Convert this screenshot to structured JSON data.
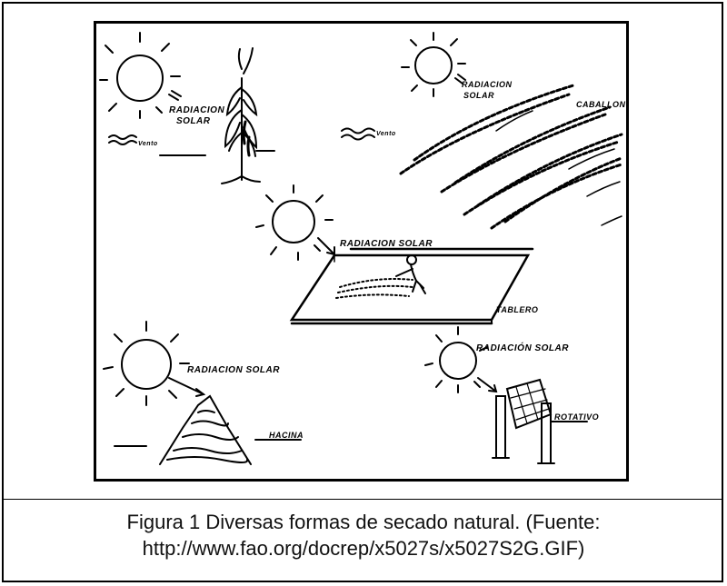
{
  "figure": {
    "labels": {
      "radiacion_solar_tl_1": "RADIACION",
      "radiacion_solar_tl_2": "SOLAR",
      "viento_tl": "Vento",
      "radiacion_solar_tr_1": "RADIACION",
      "radiacion_solar_tr_2": "SOLAR",
      "caballon": "CABALLON",
      "viento_tr": "Vento",
      "radiacion_solar_center": "RADIACION SOLAR",
      "tablero": "TABLERO",
      "radiacion_solar_bl": "RADIACION SOLAR",
      "hacina": "HACINA",
      "radiacion_solar_br": "RADIACIÓN SOLAR",
      "rotativo": "ROTATIVO"
    }
  },
  "caption": {
    "line1": "Figura 1 Diversas formas de secado natural. (Fuente:",
    "line2": "http://www.fao.org/docrep/x5027s/x5027S2G.GIF)"
  }
}
